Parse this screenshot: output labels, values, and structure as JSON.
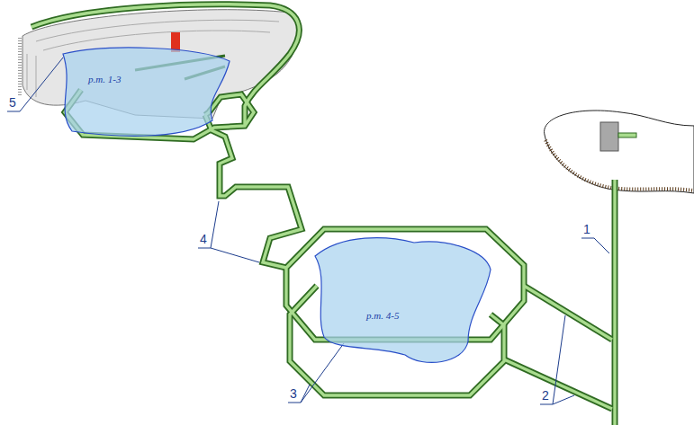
{
  "diagram": {
    "nodes": [
      {
        "text": [
          "р.т. 1-3"
        ]
      },
      {
        "text": [
          "р.т. 4-5"
        ]
      }
    ],
    "labels": [
      "5",
      "1",
      "4",
      "3",
      "2"
    ]
  }
}
